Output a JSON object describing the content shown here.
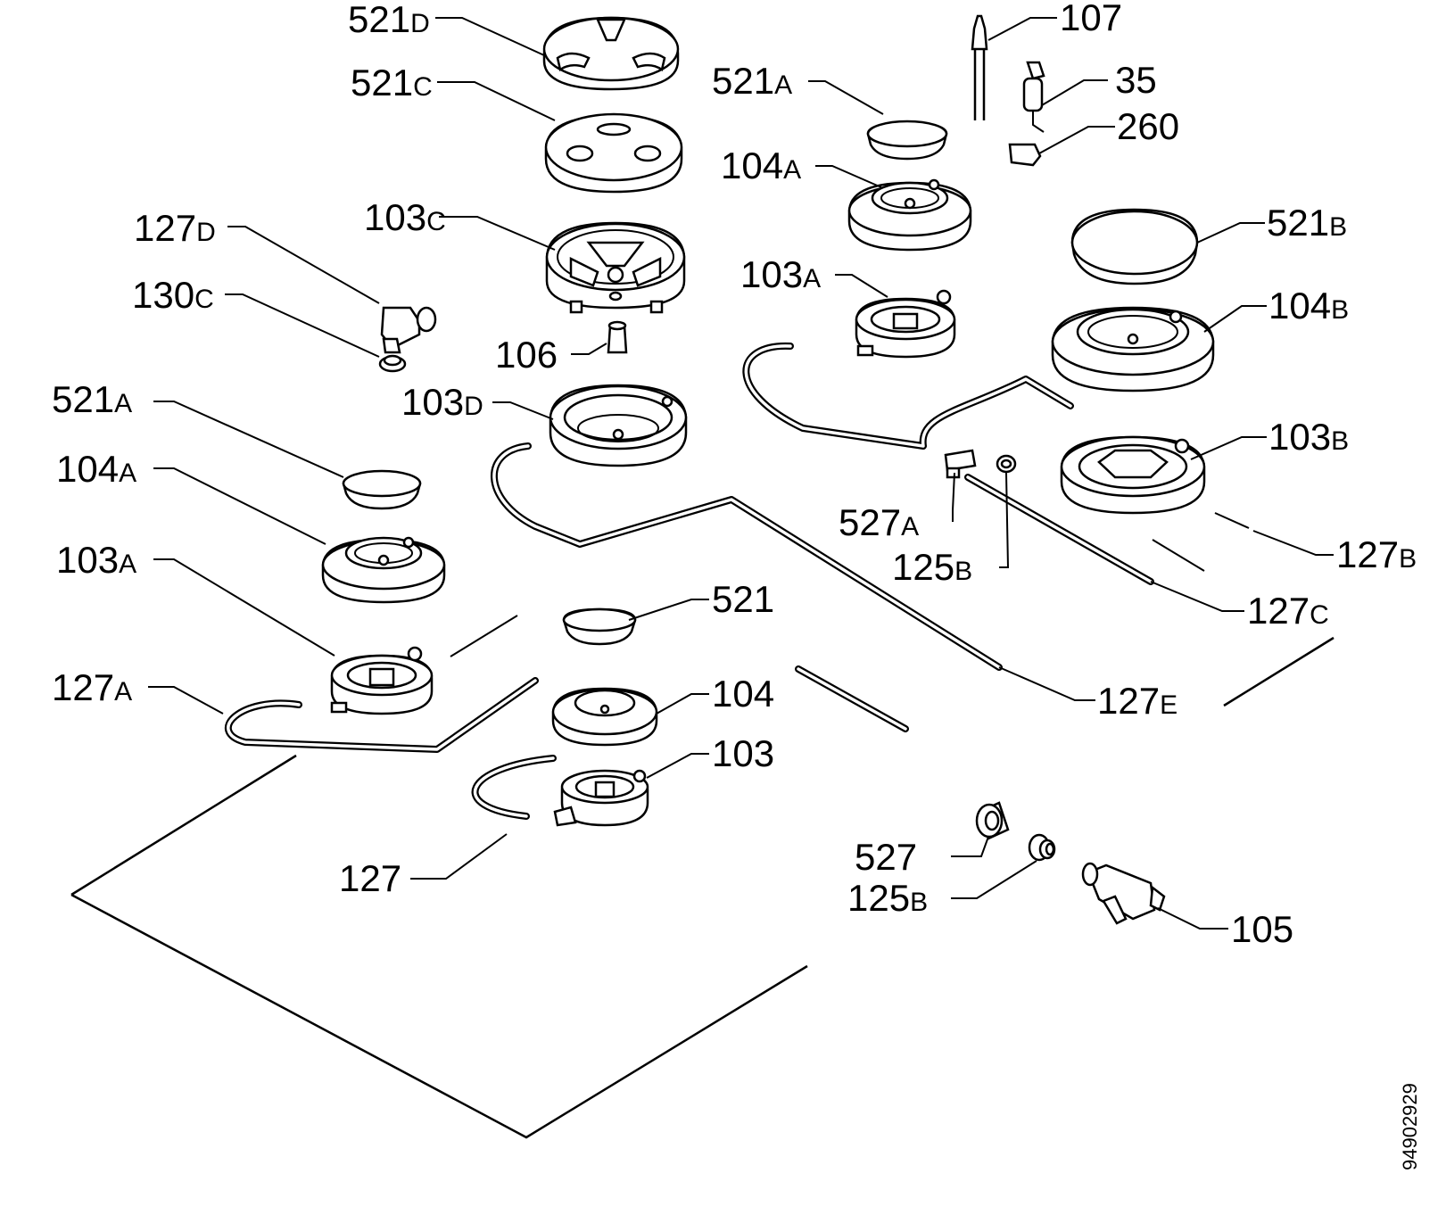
{
  "labels": {
    "l521d": {
      "num": "521",
      "suffix": "D"
    },
    "l521c": {
      "num": "521",
      "suffix": "C"
    },
    "l103c": {
      "num": "103",
      "suffix": "C"
    },
    "l127d": {
      "num": "127",
      "suffix": "D"
    },
    "l130c": {
      "num": "130",
      "suffix": "C"
    },
    "l106": {
      "num": "106",
      "suffix": ""
    },
    "l103d": {
      "num": "103",
      "suffix": "D"
    },
    "l521a_l": {
      "num": "521",
      "suffix": "A"
    },
    "l104a_l": {
      "num": "104",
      "suffix": "A"
    },
    "l103a_l": {
      "num": "103",
      "suffix": "A"
    },
    "l127a": {
      "num": "127",
      "suffix": "A"
    },
    "l521": {
      "num": "521",
      "suffix": ""
    },
    "l104": {
      "num": "104",
      "suffix": ""
    },
    "l103": {
      "num": "103",
      "suffix": ""
    },
    "l127": {
      "num": "127",
      "suffix": ""
    },
    "l107": {
      "num": "107",
      "suffix": ""
    },
    "l35": {
      "num": "35",
      "suffix": ""
    },
    "l260": {
      "num": "260",
      "suffix": ""
    },
    "l521a_r": {
      "num": "521",
      "suffix": "A"
    },
    "l104a_r": {
      "num": "104",
      "suffix": "A"
    },
    "l103a_r": {
      "num": "103",
      "suffix": "A"
    },
    "l521b": {
      "num": "521",
      "suffix": "B"
    },
    "l104b": {
      "num": "104",
      "suffix": "B"
    },
    "l103b": {
      "num": "103",
      "suffix": "B"
    },
    "l527a": {
      "num": "527",
      "suffix": "A"
    },
    "l125b_r": {
      "num": "125",
      "suffix": "B"
    },
    "l127b": {
      "num": "127",
      "suffix": "B"
    },
    "l127c": {
      "num": "127",
      "suffix": "C"
    },
    "l127e": {
      "num": "127",
      "suffix": "E"
    },
    "l527": {
      "num": "527",
      "suffix": ""
    },
    "l125b_b": {
      "num": "125",
      "suffix": "B"
    },
    "l105": {
      "num": "105",
      "suffix": ""
    }
  },
  "doc_id": "94902929"
}
